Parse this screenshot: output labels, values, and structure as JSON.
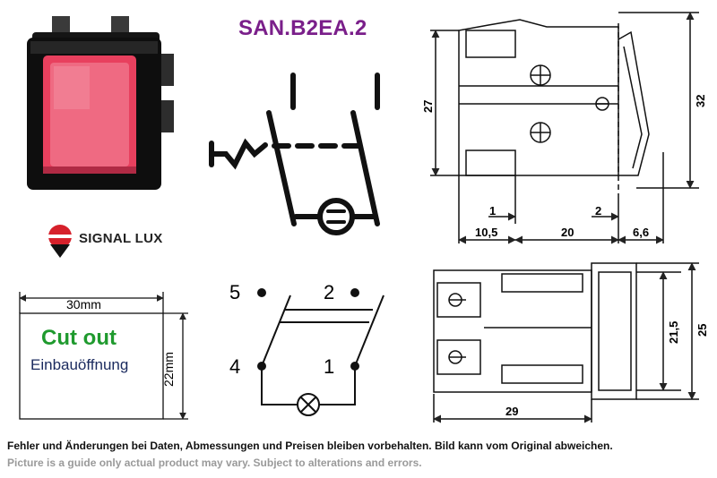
{
  "product": {
    "code": "SAN.B2EA.2",
    "brand_logo": "signal-lux-logo",
    "brand_name": "SIGNAL LUX",
    "switch_color": "#e8405e"
  },
  "cutout": {
    "width_label": "30mm",
    "height_label": "22mm",
    "title": "Cut out",
    "subtitle": "Einbauöffnung",
    "title_color": "#1f9a2e"
  },
  "wiring": {
    "pins": [
      "5",
      "2",
      "4",
      "1"
    ],
    "lamp_icon": "lamp-icon"
  },
  "side_view": {
    "dims": [
      "27",
      "32",
      "1",
      "2",
      "10,5",
      "20",
      "6,6"
    ]
  },
  "top_view": {
    "dims": [
      "21,5",
      "25",
      "29"
    ]
  },
  "footer": {
    "line_de": "Fehler und Änderungen bei Daten, Abmessungen und Preisen bleiben vorbehalten. Bild kann vom Original abweichen.",
    "line_en": "Picture is a guide only actual product may vary. Subject to alterations and errors."
  }
}
